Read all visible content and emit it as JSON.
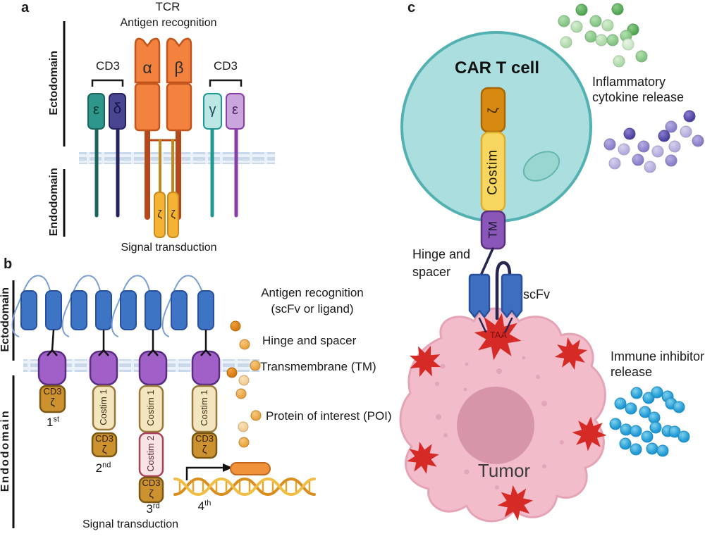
{
  "palette": {
    "membrane": "#C9D9EA",
    "tcr_orange": "#F2823E",
    "cd3_teal": "#2E968A",
    "cd3_indigo": "#4A4590",
    "cd3_cyan": "#BCE7E5",
    "cd3_lilac": "#C9A6DB",
    "zeta_gold": "#F5B335",
    "scfv_blue": "#3E74C4",
    "tm_purple": "#A160C8",
    "costim_cream": "#F3E5BE",
    "costim_pink": "#F8E3E6",
    "cd3zeta_gold": "#CC9230",
    "cell_teal": "#ABDFDF",
    "tumor_pink": "#F2BCCA",
    "antigen_red": "#D62A26",
    "inhibitor_blue": "#1E98D4",
    "cytokine_green": "#80C280",
    "cytokine_purple": "#877DCA",
    "poi_orange": "#E9A33C"
  },
  "panel_a": {
    "label": "a",
    "title": "TCR",
    "antigen_caption": "Antigen recognition",
    "signal_caption": "Signal transduction",
    "ectodomain": "Ectodomain",
    "endodomain": "Endodomain",
    "cd3_left": "CD3",
    "cd3_right": "CD3",
    "chains": {
      "epsilon_left": "ε",
      "delta": "δ",
      "alpha": "α",
      "beta": "β",
      "gamma": "γ",
      "epsilon_right": "ε",
      "zeta_left": "ζ",
      "zeta_right": "ζ"
    }
  },
  "panel_b": {
    "label": "b",
    "ectodomain": "Ectodomain",
    "endodomain": "Endodomain",
    "signal_caption": "Signal transduction",
    "cd3": "CD3",
    "zeta": "ζ",
    "costim1": "Costim 1",
    "costim2": "Costim 2",
    "generations": [
      {
        "num": "1",
        "sup": "st"
      },
      {
        "num": "2",
        "sup": "nd"
      },
      {
        "num": "3",
        "sup": "rd"
      },
      {
        "num": "4",
        "sup": "th"
      }
    ],
    "legend": {
      "antigen_line1": "Antigen recognition",
      "antigen_line2": "(scFv or ligand)",
      "hinge": "Hinge and spacer",
      "transmembrane": "Transmembrane (TM)",
      "poi": "Protein of interest (POI)"
    },
    "poi_dots": [
      [
        334,
        463,
        "d"
      ],
      [
        347,
        489,
        "m"
      ],
      [
        362,
        519,
        "m"
      ],
      [
        329,
        529,
        "d"
      ],
      [
        346,
        540,
        "l"
      ],
      [
        342,
        559,
        "m"
      ],
      [
        363,
        590,
        "m"
      ],
      [
        345,
        606,
        "l"
      ],
      [
        346,
        628,
        "m"
      ]
    ]
  },
  "panel_c": {
    "label": "c",
    "cell": "CAR T cell",
    "receptor": {
      "zeta": "ζ",
      "costim": "Costim",
      "tm": "TM"
    },
    "hinge_line1": "Hinge and",
    "hinge_line2": "spacer",
    "scfv": "scFv",
    "taa": "TAA",
    "tumor": "Tumor",
    "cytokine_line1": "Inflammatory",
    "cytokine_line2": "cytokine release",
    "inhibitor_line1": "Immune inhibitor",
    "inhibitor_line2": "release",
    "green_dots": [
      [
        800,
        30,
        "m"
      ],
      [
        825,
        14,
        "d"
      ],
      [
        845,
        30,
        "m"
      ],
      [
        818,
        38,
        "l"
      ],
      [
        862,
        36,
        "l"
      ],
      [
        876,
        13,
        "d"
      ],
      [
        898,
        42,
        "d"
      ],
      [
        888,
        51,
        "m"
      ],
      [
        838,
        52,
        "m"
      ],
      [
        853,
        57,
        "l"
      ],
      [
        869,
        57,
        "m"
      ],
      [
        803,
        60,
        "l"
      ],
      [
        891,
        63,
        "xl"
      ],
      [
        910,
        80,
        "m"
      ],
      [
        878,
        87,
        "l"
      ]
    ],
    "purple_dots": [
      [
        978,
        165,
        "d"
      ],
      [
        952,
        180,
        "m"
      ],
      [
        893,
        190,
        "d"
      ],
      [
        973,
        187,
        "l"
      ],
      [
        942,
        193,
        "d"
      ],
      [
        865,
        205,
        "m"
      ],
      [
        957,
        208,
        "l"
      ],
      [
        885,
        212,
        "l"
      ],
      [
        913,
        208,
        "m"
      ],
      [
        933,
        215,
        "l"
      ],
      [
        990,
        200,
        "m"
      ],
      [
        905,
        227,
        "m"
      ],
      [
        872,
        232,
        "l"
      ],
      [
        922,
        237,
        "l"
      ],
      [
        952,
        228,
        "m"
      ]
    ],
    "blue_dots": [
      [
        903,
        558
      ],
      [
        920,
        565
      ],
      [
        932,
        557
      ],
      [
        947,
        563
      ],
      [
        880,
        573
      ],
      [
        895,
        580
      ],
      [
        915,
        585
      ],
      [
        952,
        573
      ],
      [
        963,
        578
      ],
      [
        928,
        593
      ],
      [
        873,
        602
      ],
      [
        888,
        610
      ],
      [
        902,
        612
      ],
      [
        930,
        607
      ],
      [
        947,
        612
      ],
      [
        957,
        613
      ],
      [
        970,
        620
      ],
      [
        918,
        620
      ],
      [
        887,
        630
      ],
      [
        902,
        638
      ],
      [
        925,
        637
      ],
      [
        940,
        640
      ]
    ]
  }
}
